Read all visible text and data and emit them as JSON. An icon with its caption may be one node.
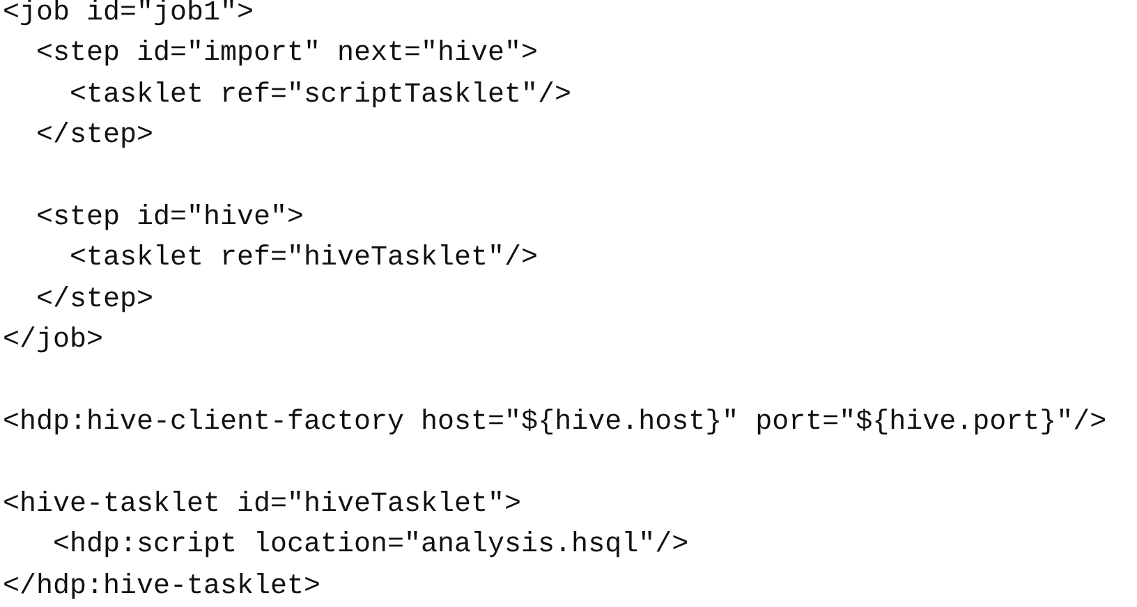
{
  "diagram": {
    "labels": [
      "<job id=\"job1\">",
      "<step id=\"import\" next=\"hive\">",
      "<tasklet ref=\"scriptTasklet\"/>",
      "</step>",
      "<step id=\"hive\">",
      "<tasklet ref=\"hiveTasklet\"/>",
      "</step>",
      "</job>",
      "<hdp:hive-client-factory host=\"${hive.host}\" port=\"${hive.port}\"/>",
      "<hive-tasklet id=\"hiveTasklet\">",
      "<hdp:script location=\"analysis.hsql\"/>",
      "</hdp:hive-tasklet>"
    ]
  }
}
